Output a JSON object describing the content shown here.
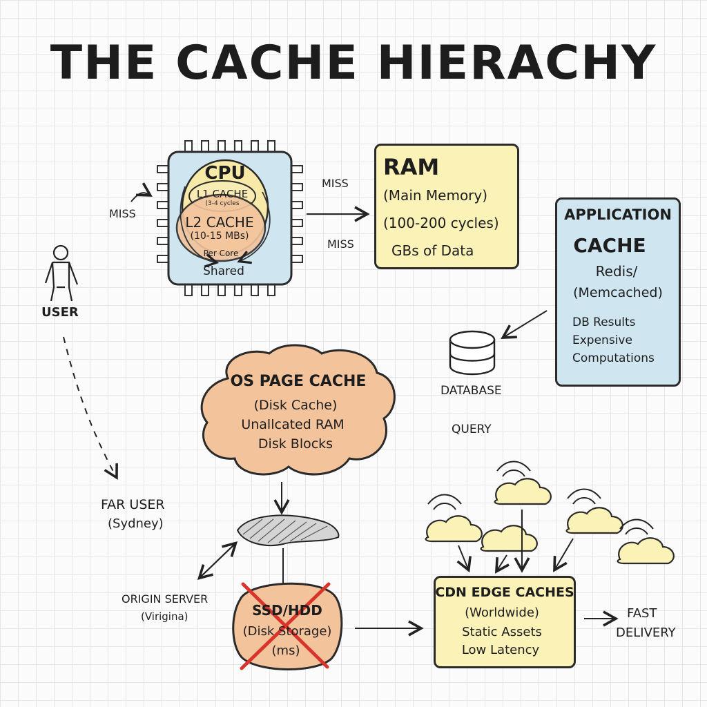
{
  "title": "THE CACHE HIERACHY",
  "cpu": {
    "label": "CPU",
    "l1": "L1 CACHE",
    "l1_cycles": "(3-4 cycles",
    "l2": "L2 CACHE",
    "l2_size": "(10-15 MBs)",
    "per_core": "Per Core",
    "shared": "Shared"
  },
  "miss_left": "MISS",
  "miss_top": "MISS",
  "miss_bottom": "MISS",
  "user": "USER",
  "ram": {
    "title": "RAM",
    "line1": "(Main Memory)",
    "line2": "(100-200 cycles)",
    "line3": "GBs of Data"
  },
  "app_cache": {
    "line1": "APPLICATION",
    "line2": "CACHE",
    "line3": "Redis/",
    "line4": "(Memcached)",
    "line5": "DB Results",
    "line6": "Expensive",
    "line7": "Computations"
  },
  "database": "DATABASE",
  "query": "QUERY",
  "os_cache": {
    "line1": "OS PAGE CACHE",
    "line2": "(Disk Cache)",
    "line3": "Unallcated RAM",
    "line4": "Disk Blocks"
  },
  "far_user": {
    "line1": "FAR USER",
    "line2": "(Sydney)"
  },
  "origin": {
    "line1": "ORIGIN SERVER",
    "line2": "(Virigina)"
  },
  "ssd": {
    "line1": "SSD/HDD",
    "line2": "(Disk Storage)",
    "line3": "(ms)"
  },
  "cdn": {
    "line1": "CDN EDGE CACHES",
    "line2": "(Worldwide)",
    "line3": "Static Assets",
    "line4": "Low Latency"
  },
  "fast": {
    "line1": "FAST",
    "line2": "DELIVERY"
  },
  "colors": {
    "yellow": "#fbf2b8",
    "blue": "#cfe6f1",
    "orange": "#f3c39c",
    "red": "#d9342b",
    "ink": "#1d1d1d"
  }
}
